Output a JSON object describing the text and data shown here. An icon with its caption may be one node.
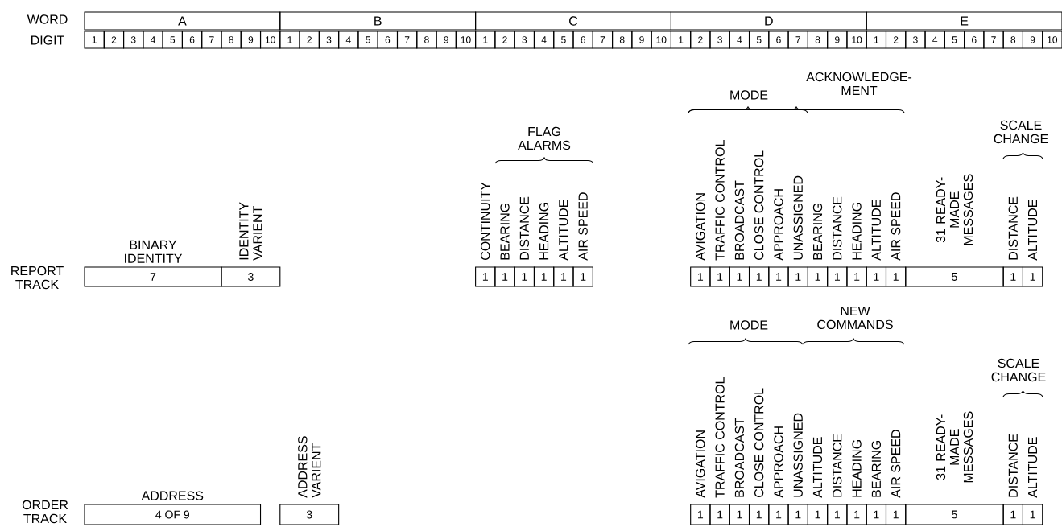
{
  "diagram": {
    "nodes": [
      {
        "text": [
          "A"
        ]
      },
      {
        "text": [
          "B"
        ]
      },
      {
        "text": [
          "C"
        ]
      },
      {
        "text": [
          "D"
        ]
      },
      {
        "text": [
          "E"
        ]
      },
      {
        "text": [
          "1"
        ]
      },
      {
        "text": [
          "2"
        ]
      },
      {
        "text": [
          "3"
        ]
      },
      {
        "text": [
          "4"
        ]
      },
      {
        "text": [
          "5"
        ]
      },
      {
        "text": [
          "6"
        ]
      },
      {
        "text": [
          "7"
        ]
      },
      {
        "text": [
          "8"
        ]
      },
      {
        "text": [
          "9"
        ]
      },
      {
        "text": [
          "10"
        ]
      },
      {
        "text": [
          "1"
        ]
      },
      {
        "text": [
          "2"
        ]
      },
      {
        "text": [
          "3"
        ]
      },
      {
        "text": [
          "4"
        ]
      },
      {
        "text": [
          "5"
        ]
      },
      {
        "text": [
          "6"
        ]
      },
      {
        "text": [
          "7"
        ]
      },
      {
        "text": [
          "8"
        ]
      },
      {
        "text": [
          "9"
        ]
      },
      {
        "text": [
          "10"
        ]
      },
      {
        "text": [
          "1"
        ]
      },
      {
        "text": [
          "2"
        ]
      },
      {
        "text": [
          "3"
        ]
      },
      {
        "text": [
          "4"
        ]
      },
      {
        "text": [
          "5"
        ]
      },
      {
        "text": [
          "6"
        ]
      },
      {
        "text": [
          "7"
        ]
      },
      {
        "text": [
          "8"
        ]
      },
      {
        "text": [
          "9"
        ]
      },
      {
        "text": [
          "10"
        ]
      },
      {
        "text": [
          "1"
        ]
      },
      {
        "text": [
          "2"
        ]
      },
      {
        "text": [
          "3"
        ]
      },
      {
        "text": [
          "4"
        ]
      },
      {
        "text": [
          "5"
        ]
      },
      {
        "text": [
          "6"
        ]
      },
      {
        "text": [
          "7"
        ]
      },
      {
        "text": [
          "8"
        ]
      },
      {
        "text": [
          "9"
        ]
      },
      {
        "text": [
          "10"
        ]
      },
      {
        "text": [
          "1"
        ]
      },
      {
        "text": [
          "2"
        ]
      },
      {
        "text": [
          "3"
        ]
      },
      {
        "text": [
          "4"
        ]
      },
      {
        "text": [
          "5"
        ]
      },
      {
        "text": [
          "6"
        ]
      },
      {
        "text": [
          "7"
        ]
      },
      {
        "text": [
          "8"
        ]
      },
      {
        "text": [
          "9"
        ]
      },
      {
        "text": [
          "10"
        ]
      },
      {
        "text": [
          "BINARY IDENTITY",
          "7"
        ]
      },
      {
        "text": [
          "IDENTITY VARIENT",
          "3"
        ]
      },
      {
        "text": [
          "CONTINUITY",
          "1"
        ]
      },
      {
        "text": [
          "BEARING",
          "1"
        ]
      },
      {
        "text": [
          "DISTANCE",
          "1"
        ]
      },
      {
        "text": [
          "HEADING",
          "1"
        ]
      },
      {
        "text": [
          "ALTITUDE",
          "1"
        ]
      },
      {
        "text": [
          "AIR SPEED",
          "1"
        ]
      },
      {
        "text": [
          "AVIGATION",
          "1"
        ]
      },
      {
        "text": [
          "TRAFFIC CONTROL",
          "1"
        ]
      },
      {
        "text": [
          "BROADCAST",
          "1"
        ]
      },
      {
        "text": [
          "CLOSE CONTROL",
          "1"
        ]
      },
      {
        "text": [
          "APPROACH",
          "1"
        ]
      },
      {
        "text": [
          "UNASSIGNED",
          "1"
        ]
      },
      {
        "text": [
          "BEARING",
          "1"
        ]
      },
      {
        "text": [
          "DISTANCE",
          "1"
        ]
      },
      {
        "text": [
          "HEADING",
          "1"
        ]
      },
      {
        "text": [
          "ALTITUDE",
          "1"
        ]
      },
      {
        "text": [
          "AIR SPEED",
          "1"
        ]
      },
      {
        "text": [
          "31 READY-MADE MESSAGES",
          "5"
        ]
      },
      {
        "text": [
          "DISTANCE",
          "1"
        ]
      },
      {
        "text": [
          "ALTITUDE",
          "1"
        ]
      },
      {
        "text": [
          "ADDRESS",
          "4 OF 9"
        ]
      },
      {
        "text": [
          "ADDRESS VARIENT",
          "3"
        ]
      },
      {
        "text": [
          "AVIGATION",
          "1"
        ]
      },
      {
        "text": [
          "TRAFFIC CONTROL",
          "1"
        ]
      },
      {
        "text": [
          "BROADCAST",
          "1"
        ]
      },
      {
        "text": [
          "CLOSE CONTROL",
          "1"
        ]
      },
      {
        "text": [
          "APPROACH",
          "1"
        ]
      },
      {
        "text": [
          "UNASSIGNED",
          "1"
        ]
      },
      {
        "text": [
          "ALTITUDE",
          "1"
        ]
      },
      {
        "text": [
          "DISTANCE",
          "1"
        ]
      },
      {
        "text": [
          "HEADING",
          "1"
        ]
      },
      {
        "text": [
          "BEARING",
          "1"
        ]
      },
      {
        "text": [
          "AIR SPEED",
          "1"
        ]
      },
      {
        "text": [
          "31 READY-MADE MESSAGES",
          "5"
        ]
      },
      {
        "text": [
          "DISTANCE",
          "1"
        ]
      },
      {
        "text": [
          "ALTITUDE",
          "1"
        ]
      }
    ],
    "labels": [
      "WORD",
      "DIGIT",
      "ACKNOWLEDGE- MENT",
      "MODE",
      "SCALE CHANGE",
      "FLAG ALARMS",
      "REPORT TRACK",
      "NEW COMMANDS",
      "MODE",
      "SCALE CHANGE",
      "ORDER TRACK"
    ]
  }
}
